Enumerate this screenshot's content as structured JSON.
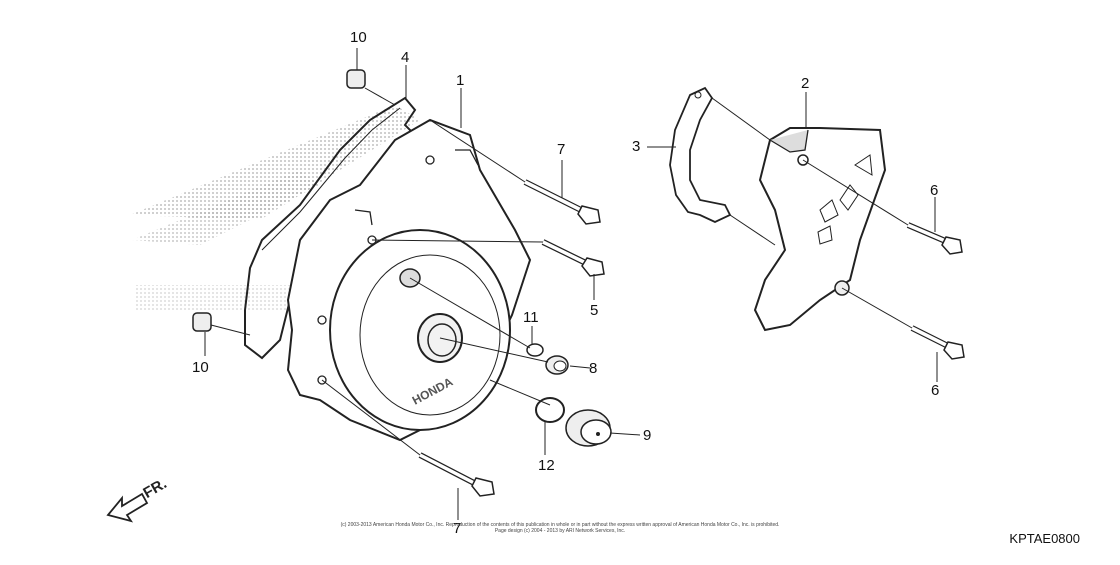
{
  "diagram": {
    "code": "KPTAE0800",
    "direction_label": "FR.",
    "brand_mark": "HONDA",
    "cover_text": "HONDA",
    "copyright_line1": "(c) 2003-2013 American Honda Motor Co., Inc. Reproduction of the contents of this publication in whole or in part without the express written approval of American Honda Motor Co., Inc. is prohibited.",
    "copyright_line2": "Page design (c) 2004 - 2013 by ARI Network Services, Inc.",
    "callouts": [
      "10",
      "4",
      "1",
      "2",
      "3",
      "7",
      "6",
      "5",
      "11",
      "8",
      "9",
      "12",
      "10",
      "6",
      "7"
    ]
  }
}
